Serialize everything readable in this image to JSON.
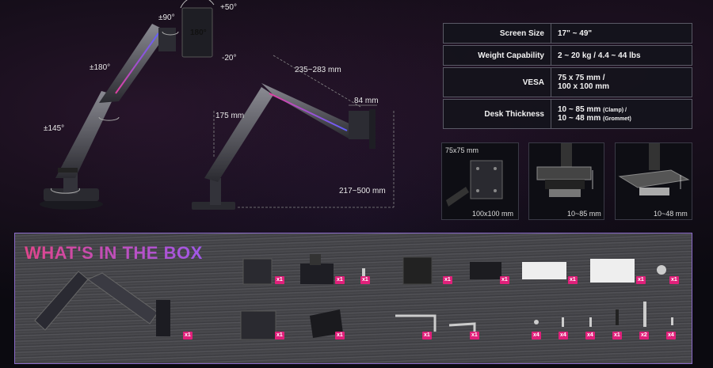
{
  "arm_labels": {
    "tilt_up": "+50°",
    "tilt_down": "-20°",
    "swivel": "±90°",
    "rotate": "180°",
    "upper_swing": "±180°",
    "lower_swing": "±145°",
    "reach": "235~283 mm",
    "depth": "84 mm",
    "height_low": "175 mm",
    "height_range": "217~500 mm"
  },
  "specs": [
    {
      "label": "Screen Size",
      "value_lines": [
        "17\" ~ 49\""
      ]
    },
    {
      "label": "Weight Capability",
      "value_lines": [
        "2 ~ 20 kg / 4.4 ~ 44 lbs"
      ]
    },
    {
      "label": "VESA",
      "value_lines": [
        "75 x 75 mm /",
        "100 x 100 mm"
      ]
    },
    {
      "label": "Desk Thickness",
      "value_lines": [
        "10 ~ 85 mm",
        "10 ~ 48 mm"
      ],
      "notes": [
        "(Clamp) /",
        "(Grommet)"
      ]
    }
  ],
  "thumbs": {
    "vesa_top": "75x75 mm",
    "vesa_bottom": "100x100 mm",
    "clamp": "10~85 mm",
    "grommet": "10~48 mm"
  },
  "box": {
    "title": "WHAT'S IN THE BOX",
    "quantities": {
      "arm": "x1",
      "plate_a": "x1",
      "plate_b": "x1",
      "small_a": "x1",
      "bracket_a": "x1",
      "bracket_b": "x1",
      "plate_c": "x1",
      "plate_d": "x1",
      "nut": "x1",
      "part_e": "x1",
      "part_f": "x1",
      "allen_a": "x1",
      "allen_b": "x1",
      "washer": "x4",
      "screw_a": "x4",
      "screw_b": "x4",
      "screw_c": "x1",
      "bolt": "x2",
      "screw_d": "x4"
    }
  },
  "colors": {
    "accent_pink": "#e0207a",
    "accent_purple": "#a058e8",
    "border": "#8a6ac8"
  }
}
